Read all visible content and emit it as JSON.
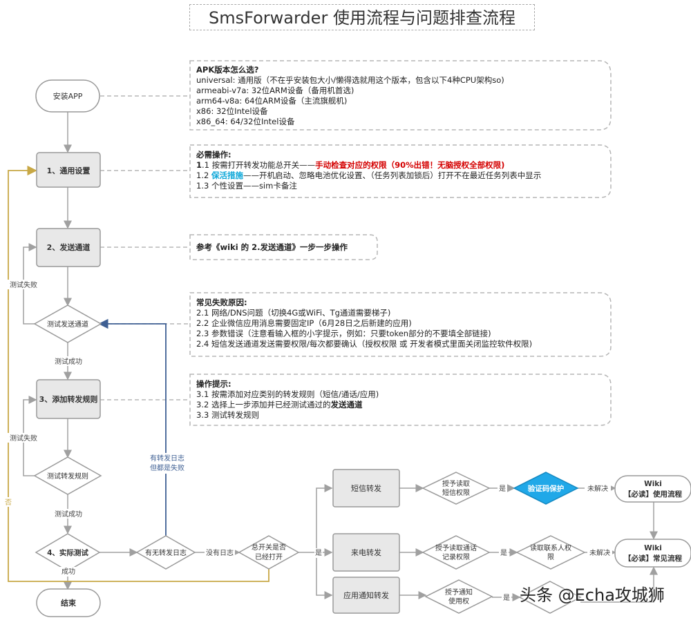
{
  "title": "SmsForwarder 使用流程与问题排查流程",
  "nodes": {
    "install": "安装APP",
    "general": "1、通用设置",
    "channel": "2、发送通道",
    "test_channel": "测试发送通道",
    "add_rule": "3、添加转发规则",
    "test_rule": "测试转发规则",
    "actual_test": "4、实际测试",
    "has_log": "有无转发日志",
    "switch_on_line1": "总开关是否",
    "switch_on_line2": "已经打开",
    "end": "结束",
    "sms_fwd": "短信转发",
    "call_fwd": "来电转发",
    "app_fwd": "应用通知转发",
    "sms_perm_line1": "授予读取",
    "sms_perm_line2": "短信权限",
    "call_perm_line1": "授予读取通话",
    "call_perm_line2": "记录权限",
    "notif_perm_line1": "授予通知",
    "notif_perm_line2": "使用权",
    "code_protect": "验证码保护",
    "contacts_perm_line1": "读取联系人权",
    "contacts_perm_line2": "限",
    "wiki1_line1": "Wiki",
    "wiki1_line2": "【必读】使用流程",
    "wiki2_line1": "Wiki",
    "wiki2_line2": "【必读】常见流程"
  },
  "edge_labels": {
    "fail1": "测试失败",
    "ok1": "测试成功",
    "fail2": "测试失败",
    "ok2": "测试成功",
    "has_log_fail_line1": "有转发日志",
    "has_log_fail_line2": "但都是失败",
    "no_log": "没有日志",
    "yes_main": "是",
    "no_main": "否",
    "success": "成功",
    "yes_sms": "是",
    "yes_call": "是",
    "yes_notif": "是",
    "unsolved1": "未解决",
    "unsolved2": "未解决"
  },
  "notes": {
    "apk": {
      "heading": "APK版本怎么选?",
      "lines": [
        "universal: 通用版（不在乎安装包大小/懒得选就用这个版本，包含以下4种CPU架构so)",
        "armeabi-v7a: 32位ARM设备（备用机首选)",
        "arm64-v8a: 64位ARM设备（主流旗舰机)",
        "x86: 32位Intel设备",
        "x86_64: 64/32位Intel设备"
      ]
    },
    "required": {
      "heading": "必需操作:",
      "l1_num": "1",
      "l1_text": ".1 按需打开转发功能总开关——",
      "l1_red": "手动检查对应的权限（90%出错！无脑授权全部权限)",
      "l2_num": "1.2 ",
      "l2_blue": "保活措施",
      "l2_text": "——开机启动、忽略电池优化设置、（任务列表加锁后）打开不在最近任务列表中显示",
      "l3": "1.3 个性设置——sim卡备注"
    },
    "ref": "参考《wiki 的 2.发送通道》一步一步操作",
    "failures": {
      "heading": "常见失败原因:",
      "lines": [
        "2.1 网络/DNS问题（切换4G或WiFi、Tg通道需要梯子)",
        "2.2 企业微信应用消息需要固定IP（6月28日之后新建的应用)",
        "2.3 参数错误（注意看输入框的小字提示，例如：只要token部分的不要填全部链接)",
        "2.4 短信发送通道发送需要权限/每次都要确认（授权权限 或 开发者模式里面关闭监控软件权限)"
      ]
    },
    "tips": {
      "heading": "操作提示:",
      "l1": "3.1 按需添加对应类别的转发规则（短信/通话/应用)",
      "l2_text": "3.2 选择上一步添加并已经测试通过的",
      "l2_bold": "发送通道",
      "l3": "3.3 测试转发规则"
    }
  },
  "watermark": "头条 @Echa攻城狮",
  "colors": {
    "process_fill": "#e8e8e8",
    "process_stroke": "#999999",
    "line": "#a0a0a0",
    "yellow_line": "#c8a845",
    "blue_line": "#3e5f93",
    "highlight_fill": "#20a8e8",
    "red_text": "#d40000",
    "blue_text": "#0aa6d8"
  }
}
